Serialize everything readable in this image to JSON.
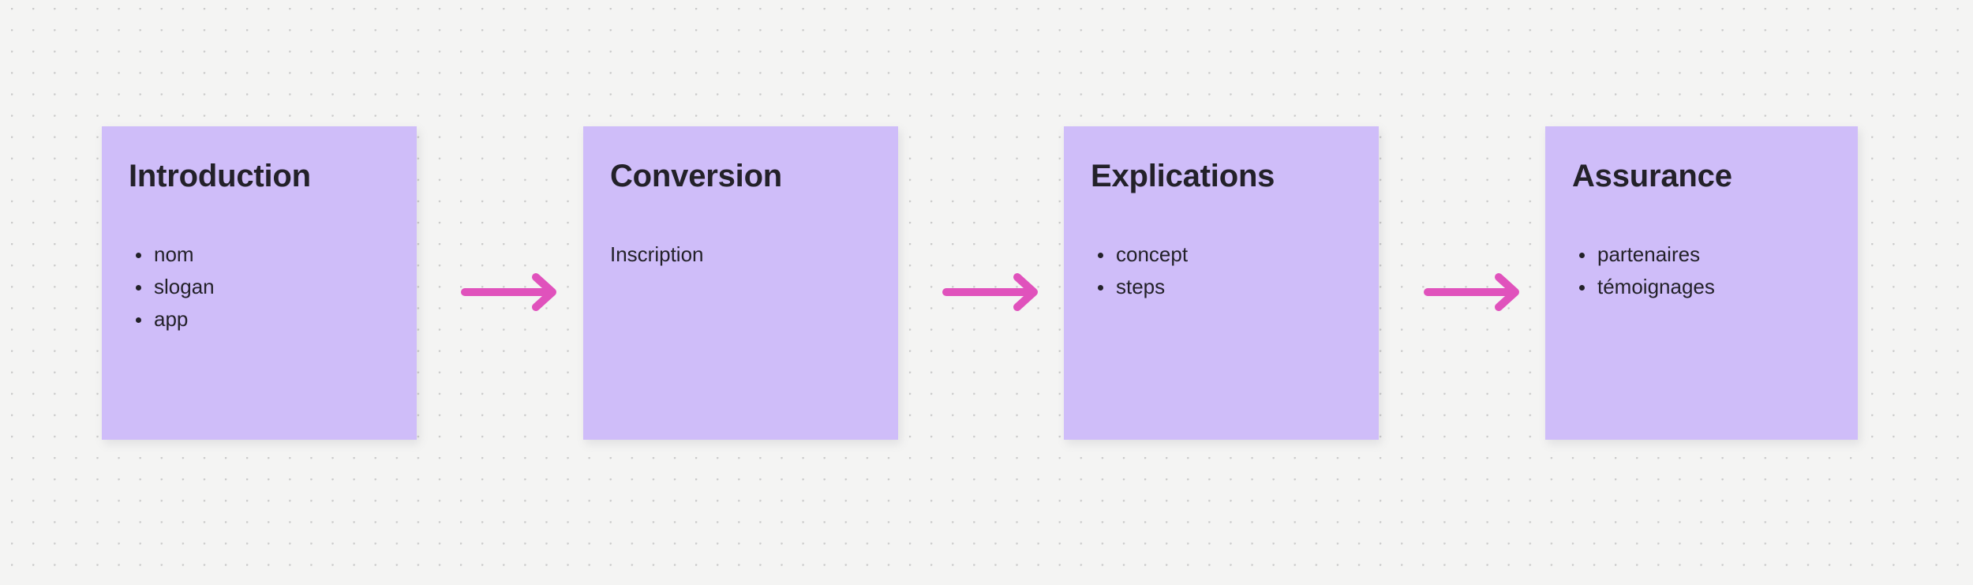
{
  "theme": {
    "page_background": "#f4f4f3",
    "dot_grid_color": "#c9c9c9",
    "card_background": "#cfbdf9",
    "text_color": "#232129",
    "arrow_color": "#e052bc"
  },
  "diagram": {
    "type": "horizontal-flow",
    "steps": [
      {
        "title": "Introduction",
        "body_type": "bullets",
        "items": [
          "nom",
          "slogan",
          "app"
        ]
      },
      {
        "title": "Conversion",
        "body_type": "text",
        "items": [
          "Inscription"
        ]
      },
      {
        "title": "Explications",
        "body_type": "bullets",
        "items": [
          "concept",
          "steps"
        ]
      },
      {
        "title": "Assurance",
        "body_type": "bullets",
        "items": [
          "partenaires",
          "témoignages"
        ]
      }
    ],
    "connectors": [
      {
        "icon": "arrow-right-icon",
        "from": "Introduction",
        "to": "Conversion"
      },
      {
        "icon": "arrow-right-icon",
        "from": "Conversion",
        "to": "Explications"
      },
      {
        "icon": "arrow-right-icon",
        "from": "Explications",
        "to": "Assurance"
      }
    ]
  }
}
